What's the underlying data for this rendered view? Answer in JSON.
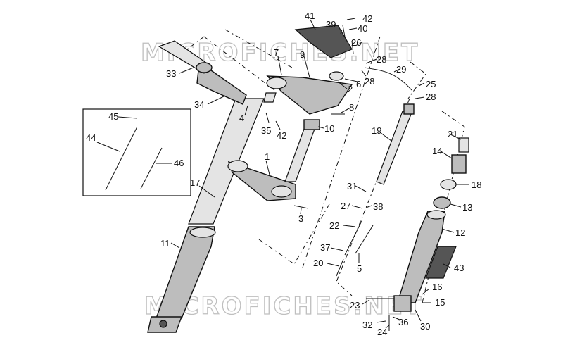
{
  "watermark": {
    "top": "MICROFICHES.NET",
    "bottom": "MICROFICHES.NET"
  },
  "callouts": [
    {
      "id": "c41",
      "text": "41"
    },
    {
      "id": "c42a",
      "text": "42"
    },
    {
      "id": "c39",
      "text": "39"
    },
    {
      "id": "c40",
      "text": "40"
    },
    {
      "id": "c26",
      "text": "26"
    },
    {
      "id": "c28a",
      "text": "28"
    },
    {
      "id": "c28b",
      "text": "28"
    },
    {
      "id": "c29",
      "text": "29"
    },
    {
      "id": "c25",
      "text": "25"
    },
    {
      "id": "c28c",
      "text": "28"
    },
    {
      "id": "c33",
      "text": "33"
    },
    {
      "id": "c7",
      "text": "7"
    },
    {
      "id": "c9",
      "text": "9"
    },
    {
      "id": "c2",
      "text": "2"
    },
    {
      "id": "c6",
      "text": "6"
    },
    {
      "id": "c34",
      "text": "34"
    },
    {
      "id": "c4",
      "text": "4"
    },
    {
      "id": "c35",
      "text": "35"
    },
    {
      "id": "c42b",
      "text": "42"
    },
    {
      "id": "c8",
      "text": "8"
    },
    {
      "id": "c10",
      "text": "10"
    },
    {
      "id": "c19",
      "text": "19"
    },
    {
      "id": "c21",
      "text": "21"
    },
    {
      "id": "c14",
      "text": "14"
    },
    {
      "id": "c18",
      "text": "18"
    },
    {
      "id": "c13",
      "text": "13"
    },
    {
      "id": "c45",
      "text": "45"
    },
    {
      "id": "c44",
      "text": "44"
    },
    {
      "id": "c46",
      "text": "46"
    },
    {
      "id": "c1",
      "text": "1"
    },
    {
      "id": "c17",
      "text": "17"
    },
    {
      "id": "c31",
      "text": "31"
    },
    {
      "id": "c27",
      "text": "27"
    },
    {
      "id": "c38",
      "text": "38"
    },
    {
      "id": "c3",
      "text": "3"
    },
    {
      "id": "c22",
      "text": "22"
    },
    {
      "id": "c12",
      "text": "12"
    },
    {
      "id": "c11",
      "text": "11"
    },
    {
      "id": "c37",
      "text": "37"
    },
    {
      "id": "c20",
      "text": "20"
    },
    {
      "id": "c5",
      "text": "5"
    },
    {
      "id": "c43",
      "text": "43"
    },
    {
      "id": "c16",
      "text": "16"
    },
    {
      "id": "c15",
      "text": "15"
    },
    {
      "id": "c23",
      "text": "23"
    },
    {
      "id": "c30",
      "text": "30"
    },
    {
      "id": "c36",
      "text": "36"
    },
    {
      "id": "c32",
      "text": "32"
    },
    {
      "id": "c24",
      "text": "24"
    }
  ]
}
